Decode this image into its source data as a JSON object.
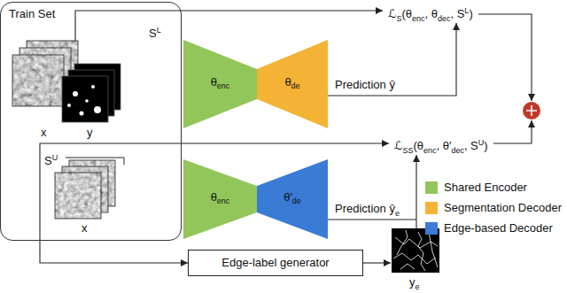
{
  "diagram": {
    "nodes": [
      {
        "text": [
          "Train Set"
        ]
      },
      {
        "text": [
          "θ",
          "enc"
        ]
      },
      {
        "text": [
          "θ",
          "de"
        ]
      },
      {
        "text": [
          "θ",
          "enc"
        ]
      },
      {
        "text": [
          "θ′",
          "de"
        ]
      },
      {
        "text": [
          "Edge-label generator"
        ]
      }
    ],
    "edges": [
      {
        "from": 0,
        "to": 5,
        "arrow": "to"
      }
    ],
    "labels": [
      "S",
      "L",
      "x",
      "y",
      "S",
      "U",
      "x",
      "Prediction ŷ",
      "Prediction ŷ",
      "e",
      "y",
      "e",
      "ℒ",
      "S",
      "(θ",
      "enc",
      ", θ",
      "dec",
      ", S",
      "L",
      ")",
      "ℒ",
      "SS",
      "(θ",
      "enc",
      ", θ′",
      "dec",
      ", S",
      "U",
      ")"
    ],
    "legend": [
      {
        "text": "Shared Encoder",
        "color": "#92c65a"
      },
      {
        "text": "Segmentation Decoder",
        "color": "#f5b335"
      },
      {
        "text": "Edge-based Decoder",
        "color": "#3a7bd5"
      }
    ]
  }
}
